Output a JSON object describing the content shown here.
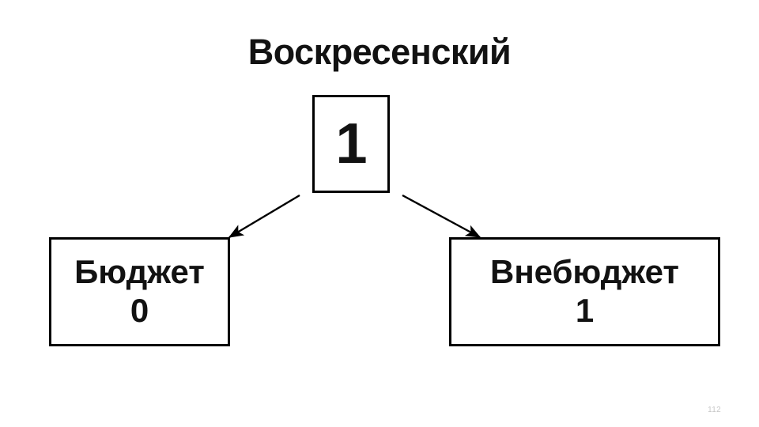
{
  "slide": {
    "title": "Воскресенский",
    "page_number": "112",
    "colors": {
      "background": "#ffffff",
      "text": "#121212",
      "border": "#000000",
      "page_number": "#c6c6c6"
    }
  },
  "diagram": {
    "type": "tree",
    "root": {
      "id": "root",
      "value": "1",
      "label": ""
    },
    "children": [
      {
        "id": "budget",
        "label": "Бюджет",
        "count": "0"
      },
      {
        "id": "extrabudget",
        "label": "Внебюджет",
        "count": "1"
      }
    ],
    "connectors": [
      {
        "id": "root-to-budget",
        "from": "root",
        "to": "budget",
        "style": "arrow"
      },
      {
        "id": "root-to-extrabudget",
        "from": "root",
        "to": "extrabudget",
        "style": "arrow"
      }
    ]
  }
}
